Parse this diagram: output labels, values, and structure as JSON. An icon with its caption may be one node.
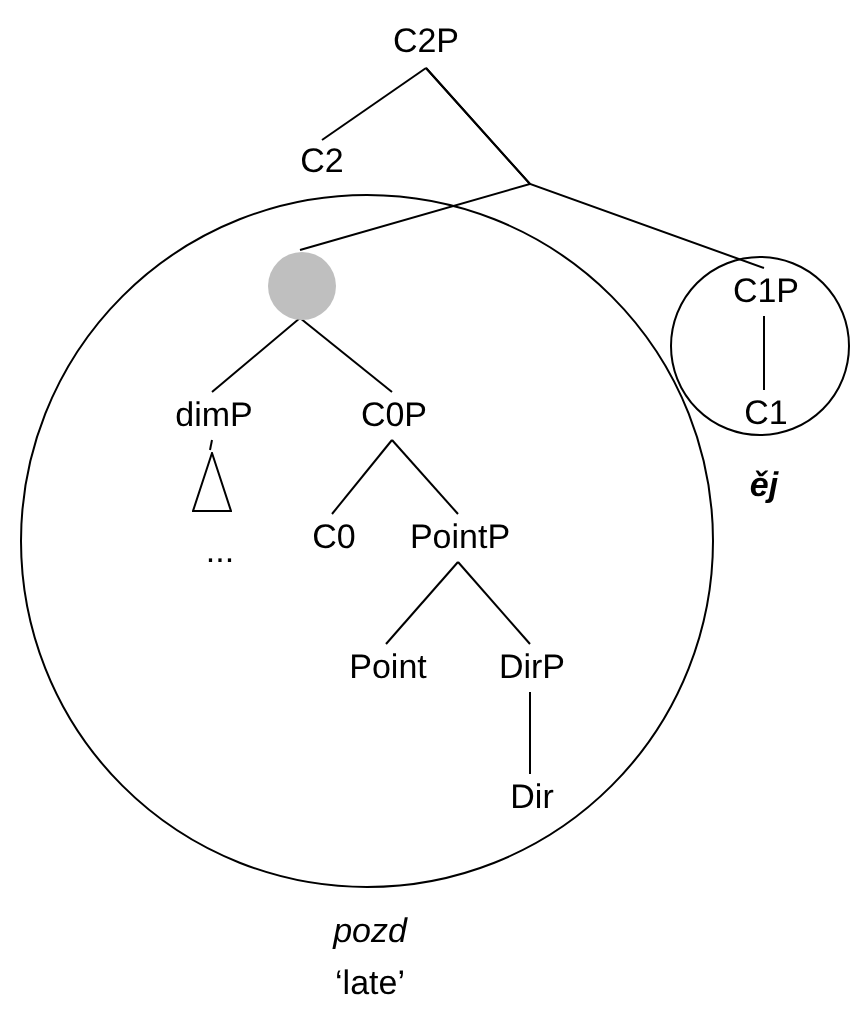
{
  "diagram": {
    "nodes": [
      {
        "text": [
          "C2P"
        ]
      },
      {
        "text": [
          "C2"
        ]
      },
      {
        "text": [],
        "shape": "circle",
        "beside": [
          "pozd",
          "‘late’"
        ]
      },
      {
        "text": [],
        "shape": "circle",
        "in": 2
      },
      {
        "text": [
          "dimP"
        ],
        "in": 2
      },
      {
        "text": [],
        "shape": "triangle",
        "in": 2,
        "beside": [
          "..."
        ]
      },
      {
        "text": [
          "C0P"
        ],
        "in": 2
      },
      {
        "text": [
          "C0"
        ],
        "in": 2
      },
      {
        "text": [
          "PointP"
        ],
        "in": 2
      },
      {
        "text": [
          "Point"
        ],
        "in": 2
      },
      {
        "text": [
          "DirP"
        ],
        "in": 2
      },
      {
        "text": [
          "Dir"
        ],
        "in": 2
      },
      {
        "text": [],
        "shape": "circle",
        "beside": [
          "ěj"
        ]
      },
      {
        "text": [
          "C1P"
        ],
        "in": 12
      },
      {
        "text": [
          "C1"
        ],
        "in": 12
      }
    ],
    "edges": [
      {
        "from": 0,
        "to": 1,
        "arrow": "none"
      },
      {
        "from": 0,
        "to": 3,
        "arrow": "none"
      },
      {
        "from": 0,
        "to": 13,
        "arrow": "none"
      },
      {
        "from": 3,
        "to": 4,
        "arrow": "none"
      },
      {
        "from": 3,
        "to": 6,
        "arrow": "none"
      },
      {
        "from": 4,
        "to": 5,
        "arrow": "none"
      },
      {
        "from": 6,
        "to": 7,
        "arrow": "none"
      },
      {
        "from": 6,
        "to": 8,
        "arrow": "none"
      },
      {
        "from": 8,
        "to": 9,
        "arrow": "none"
      },
      {
        "from": 8,
        "to": 10,
        "arrow": "none"
      },
      {
        "from": 10,
        "to": 11,
        "arrow": "none"
      },
      {
        "from": 13,
        "to": 14,
        "arrow": "none"
      }
    ]
  }
}
